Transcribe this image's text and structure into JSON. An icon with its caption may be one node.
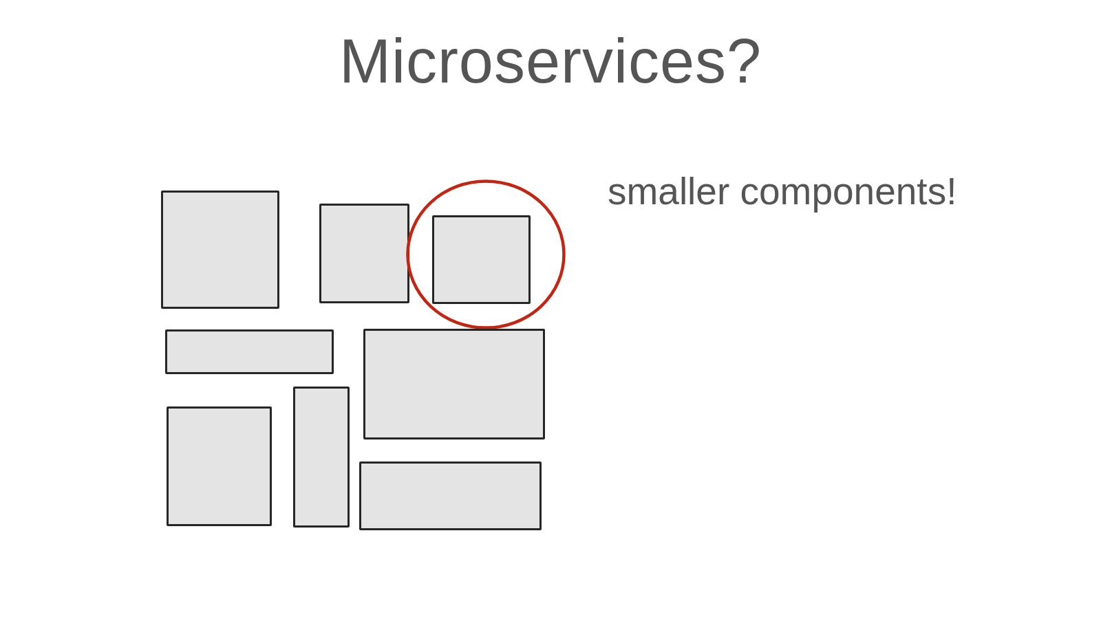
{
  "diagram": {
    "title": "Microservices?",
    "nodes": [
      {
        "text": [],
        "shape": "box"
      },
      {
        "text": [],
        "shape": "box"
      },
      {
        "text": [],
        "shape": "circle"
      },
      {
        "text": [],
        "shape": "box",
        "in": 2
      },
      {
        "text": [],
        "shape": "box"
      },
      {
        "text": [],
        "shape": "box"
      },
      {
        "text": [],
        "shape": "box"
      },
      {
        "text": [],
        "shape": "box"
      },
      {
        "text": [],
        "shape": "box"
      }
    ],
    "labels": [
      "smaller components!"
    ]
  }
}
